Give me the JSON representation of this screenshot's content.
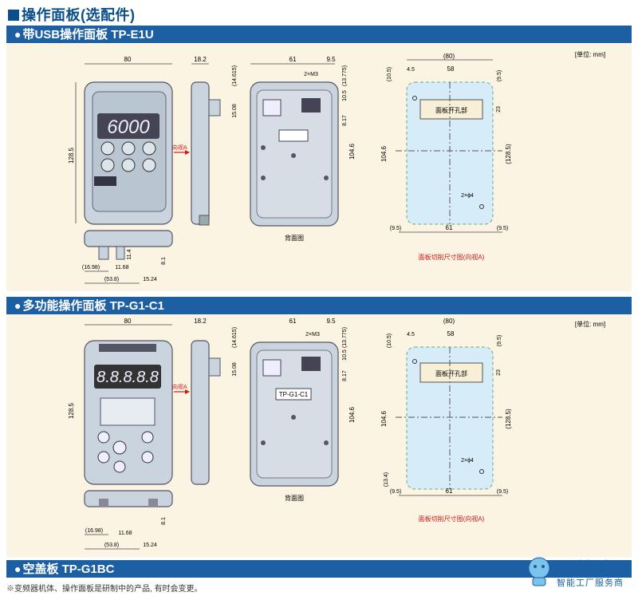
{
  "page_title": "操作面板(选配件)",
  "sections": [
    {
      "title": "带USB操作面板  TP-E1U"
    },
    {
      "title": "多功能操作面板  TP-G1-C1"
    },
    {
      "title": "空盖板  TP-G1BC"
    }
  ],
  "unit_label": "[单位: mm]",
  "front": {
    "width": "80",
    "height": "128.5",
    "display": "6000"
  },
  "side": {
    "depth": "18.2",
    "arrow_label": "向视A"
  },
  "bottom": {
    "d1": "(16.98)",
    "d2": "11.68",
    "d3": "(53.8)",
    "d4": "15.24",
    "d5": "11.4",
    "d6": "8.1"
  },
  "back": {
    "w": "61",
    "w2": "9.5",
    "screws": "2×M3",
    "h1": "(14.615)",
    "h2": "(13.775)",
    "h3": "10.5",
    "h4": "15.08",
    "h5": "8.17",
    "h6": "104.6",
    "caption": "背面图",
    "model_label": "TP-G1-C1"
  },
  "cutout": {
    "w_total": "(80)",
    "w_inner": "58",
    "off": "4.5",
    "top": "(10.5)",
    "top_r": "(9.5)",
    "opening_label": "面板开孔部",
    "hole_h": "23",
    "height": "104.6",
    "height_total": "(128.5)",
    "holes": "2×ϕ4",
    "bot_l": "(9.5)",
    "bot_w": "61",
    "bot_r": "(9.5)",
    "bot_h": "(13.4)",
    "caption": "面板切削尺寸图(向视A)"
  },
  "footnote": "※变频器机体、操作面板是研制中的产品, 有时会变更。",
  "logo": {
    "brand": "工博士",
    "sub": "智能工厂服务商"
  },
  "colors": {
    "accent": "#1d5fa3",
    "panel_bg": "#fbf4e2",
    "device": "#c9d4de",
    "cutout_fill": "#d6ecf8",
    "caption_red": "#d01818"
  }
}
